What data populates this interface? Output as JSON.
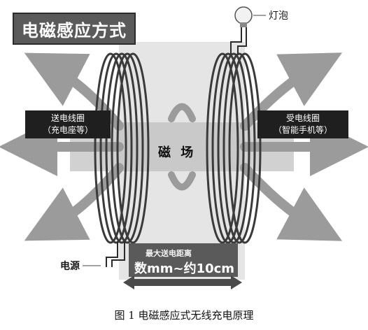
{
  "title": "电磁感应方式",
  "bulb_label": "灯泡",
  "transmit_coil": {
    "line1": "送电线圈",
    "line2": "（充电座等）"
  },
  "receive_coil": {
    "line1": "受电线圈",
    "line2": "（智能手机等）"
  },
  "field_label": "磁 场",
  "power_label": "电源",
  "distance": {
    "caption": "最大送电距离",
    "value": "数mm~约10cm"
  },
  "figure_caption": "图 1  电磁感应式无线充电原理",
  "colors": {
    "coil": "#3a3a3a",
    "arrow": "#9b9b9b",
    "field_band": "#bdbdbd",
    "label_bg": "#1f1f1f"
  }
}
